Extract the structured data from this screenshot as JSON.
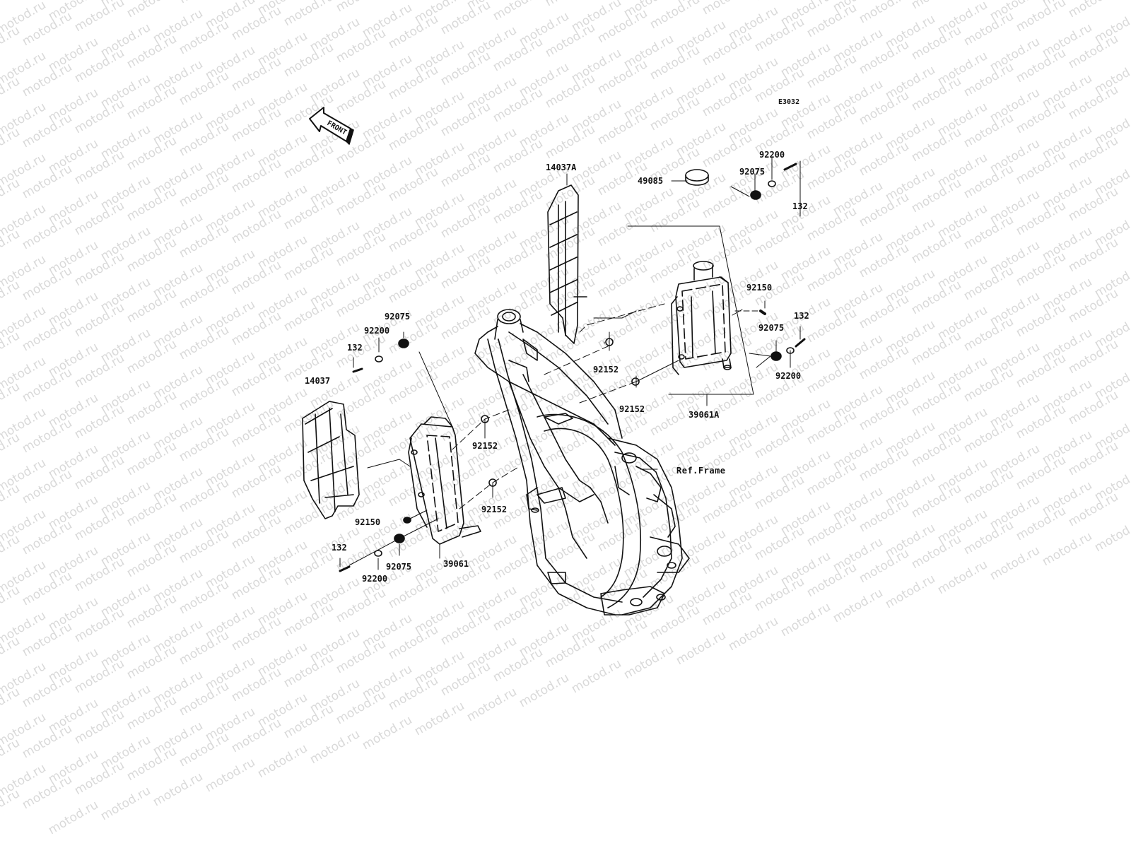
{
  "watermark": {
    "text": "motod.ru",
    "color": "#d9d9d9"
  },
  "diagram_code": "E3032",
  "front_arrow": {
    "text": "FRONT",
    "icon": "front-arrow-icon"
  },
  "labels": {
    "p14037A": "14037A",
    "p49085": "49085",
    "p92075_r1": "92075",
    "p92200_r1": "92200",
    "p132_r1": "132",
    "p92150_r": "92150",
    "p132_r2": "132",
    "p92075_r2": "92075",
    "p92200_r2": "92200",
    "p39061A": "39061A",
    "p92152_r1": "92152",
    "p92152_r2": "92152",
    "p92075_l1": "92075",
    "p92200_l1": "92200",
    "p132_l1": "132",
    "p14037": "14037",
    "p92152_l1": "92152",
    "p92152_l2": "92152",
    "p92150_l": "92150",
    "p132_l2": "132",
    "p92075_l2": "92075",
    "p92200_l2": "92200",
    "p39061": "39061",
    "ref_frame": "Ref.Frame"
  },
  "colors": {
    "line": "#111111",
    "background": "#ffffff"
  }
}
